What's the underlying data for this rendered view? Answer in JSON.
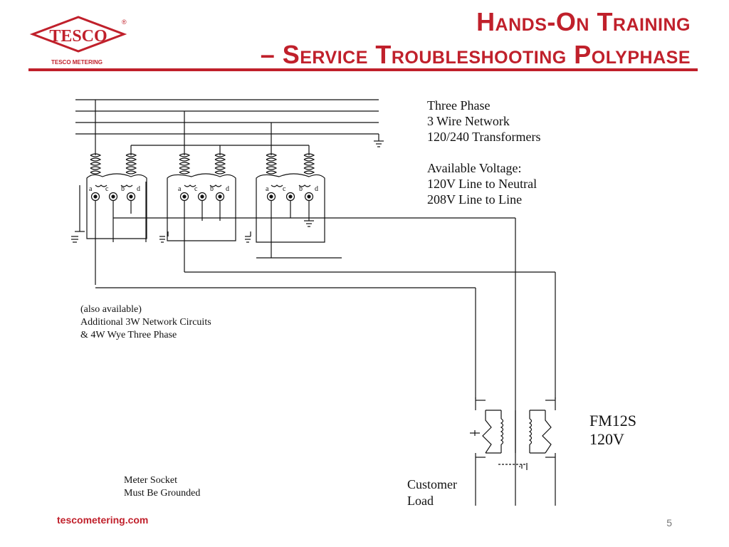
{
  "header": {
    "title_line1": "Hands-On Training",
    "title_line2": "– Service Troubleshooting Polyphase",
    "logo_text": "TESCO",
    "logo_caption": "TESCO METERING",
    "logo_registered": "®"
  },
  "diagram": {
    "info_block": [
      "Three Phase",
      "3 Wire Network",
      "120/240 Transformers"
    ],
    "voltage_block": [
      "Available Voltage:",
      "120V Line to Neutral",
      "208V Line to Line"
    ],
    "also_available": [
      "(also available)",
      "Additional 3W Network Circuits",
      "& 4W Wye Three Phase"
    ],
    "meter_label": [
      "FM12S",
      "120V"
    ],
    "customer_load": [
      "Customer",
      "Load"
    ],
    "socket_note": [
      "Meter Socket",
      "Must Be Grounded"
    ],
    "terminal_labels": [
      "a",
      "c",
      "b",
      "d"
    ]
  },
  "footer": {
    "url": "tescometering.com",
    "page_number": "5"
  },
  "colors": {
    "brand_red": "#c0202b",
    "line": "#111111"
  }
}
